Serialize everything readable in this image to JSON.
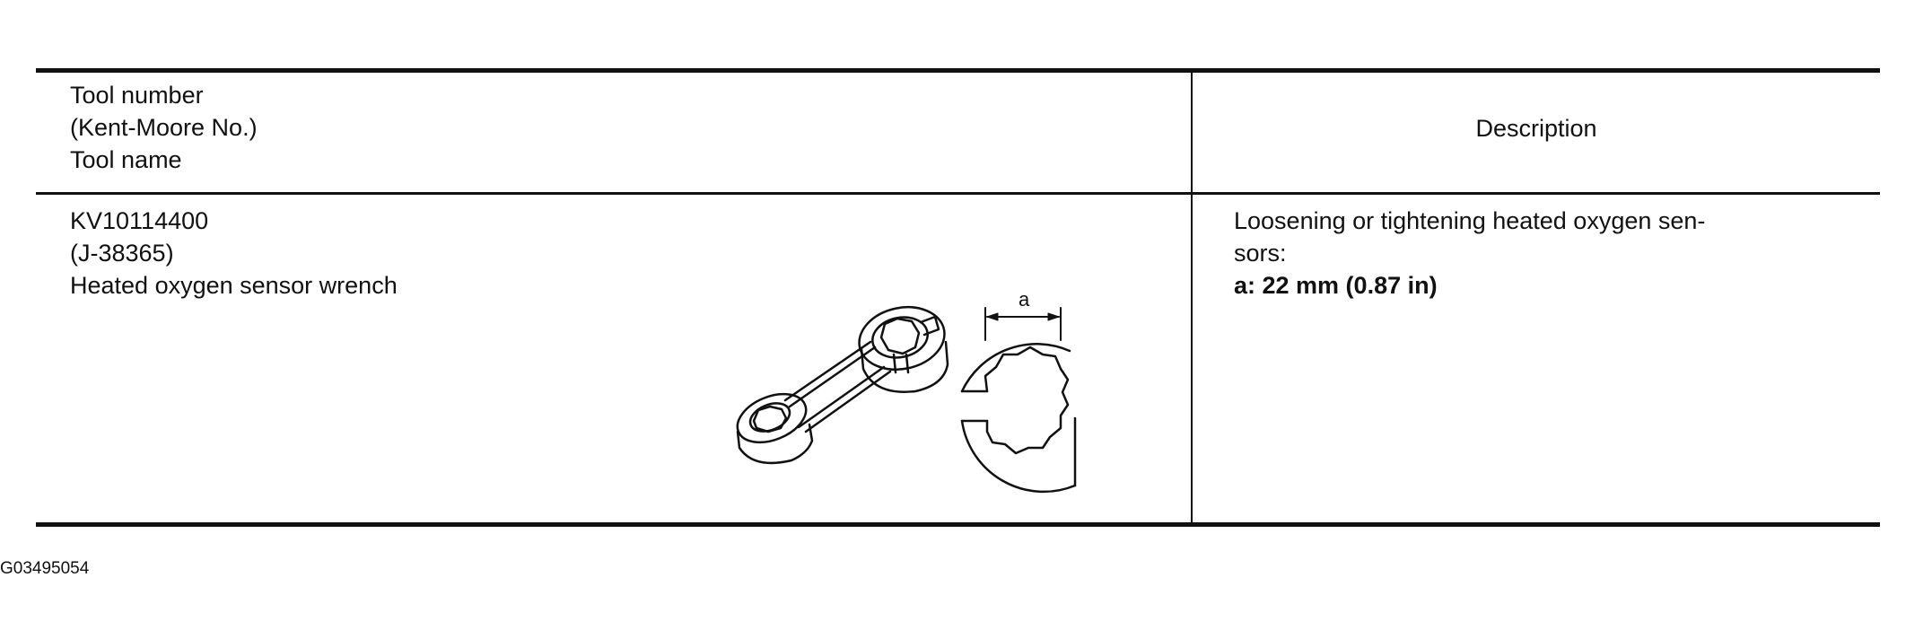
{
  "header": {
    "tool_col": [
      "Tool number",
      "(Kent-Moore No.)",
      "Tool name"
    ],
    "desc_col": "Description"
  },
  "rows": [
    {
      "tool_number": "KV10114400",
      "kent_moore": "(J-38365)",
      "tool_name": "Heated oxygen sensor wrench",
      "description": "Loosening or tightening heated oxygen sen-",
      "description_cont": "sors:",
      "spec": "a: 22 mm (0.87 in)",
      "dimension_label": "a"
    }
  ],
  "figure_id": "G03495054"
}
